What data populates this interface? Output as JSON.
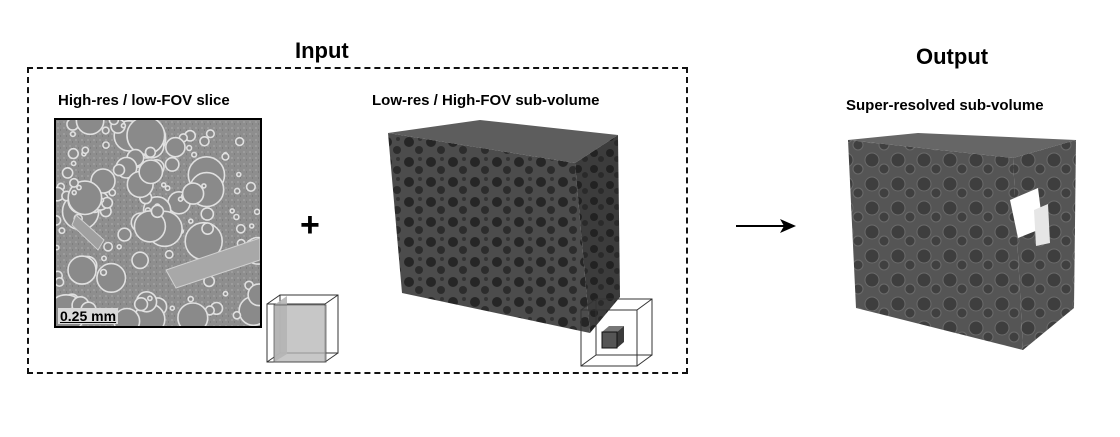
{
  "input": {
    "title": "Input",
    "slice": {
      "label": "High-res / low-FOV slice",
      "scale_bar": "0.25 mm"
    },
    "plus": "+",
    "volume": {
      "label": "Low-res / High-FOV sub-volume"
    }
  },
  "output": {
    "title": "Output",
    "volume": {
      "label": "Super-resolved sub-volume"
    }
  },
  "colors": {
    "slice_gray": "#8f8f8f",
    "cube_face_front": "#4a4a4a",
    "cube_face_top": "#5e5e5e",
    "cube_face_side": "#3a3a3a",
    "plane_fill": "#b5b5b5",
    "inner_cube": "#555555"
  }
}
